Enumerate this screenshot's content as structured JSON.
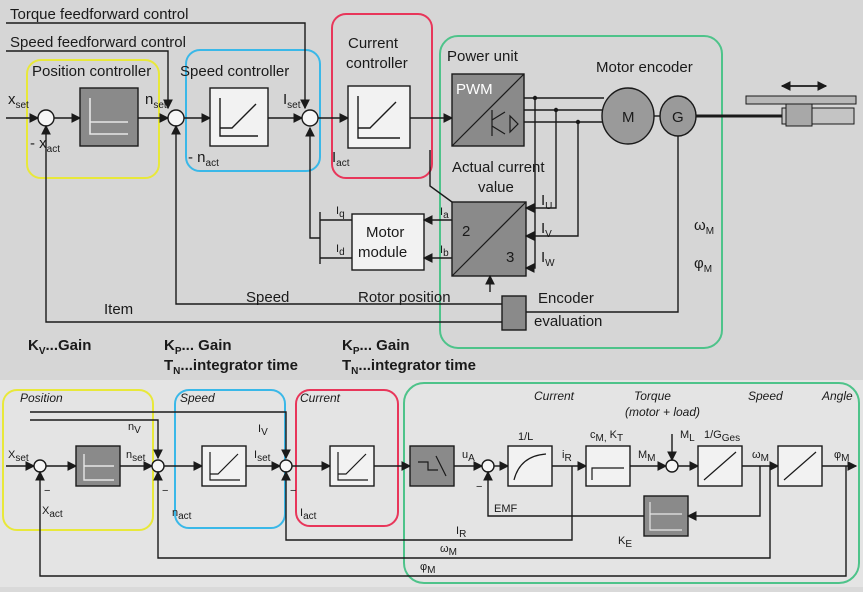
{
  "top": {
    "torque_feedforward": "Torque feedforward control",
    "speed_feedforward": "Speed feedforward control",
    "position_controller": "Position controller",
    "speed_controller": "Speed controller",
    "current_controller": [
      "Current",
      "controller"
    ],
    "power_unit": "Power unit",
    "pwm": "PWM",
    "motor_encoder": "Motor encoder",
    "motor_m": "M",
    "encoder_g": "G",
    "actual_current": [
      "Actual current",
      "value"
    ],
    "motor_module": [
      "Motor",
      "module"
    ],
    "conv_2": "2",
    "conv_3": "3",
    "rotor_position": "Rotor position",
    "encoder_eval": [
      "Encoder",
      "evaluation"
    ],
    "item": "Item",
    "speed": "Speed",
    "x_set": {
      "main": "x",
      "sub": "set"
    },
    "x_act": {
      "main": "- x",
      "sub": "act"
    },
    "n_set": {
      "main": "n",
      "sub": "set"
    },
    "n_act": {
      "main": "- n",
      "sub": "act"
    },
    "i_set": {
      "main": "I",
      "sub": "set"
    },
    "i_act": {
      "main": "I",
      "sub": "act"
    },
    "iq": {
      "main": "I",
      "sub": "q"
    },
    "id": {
      "main": "I",
      "sub": "d"
    },
    "ia": {
      "main": "I",
      "sub": "a"
    },
    "ib": {
      "main": "I",
      "sub": "b"
    },
    "iu": {
      "main": "I",
      "sub": "U"
    },
    "iv": {
      "main": "I",
      "sub": "V"
    },
    "iw": {
      "main": "I",
      "sub": "W"
    },
    "omega_m": {
      "main": "ω",
      "sub": "M"
    },
    "phi_m": {
      "main": "φ",
      "sub": "M"
    },
    "gain_kv": {
      "main": "K",
      "sub": "V",
      "rest": "...Gain"
    },
    "gain_kp1": {
      "main": "K",
      "sub": "P",
      "rest": "... Gain"
    },
    "tn1": {
      "main": "T",
      "sub": "N",
      "rest": "...integrator time"
    },
    "gain_kp2": {
      "main": "K",
      "sub": "P",
      "rest": "... Gain"
    },
    "tn2": {
      "main": "T",
      "sub": "N",
      "rest": "...integrator time"
    }
  },
  "bottom": {
    "position": "Position",
    "speed_region": "Speed",
    "current_region": "Current",
    "current": "Current",
    "torque": "Torque",
    "torque_sub": "(motor + load)",
    "speed": "Speed",
    "angle": "Angle",
    "x_set": {
      "main": "X",
      "sub": "set"
    },
    "x_act": {
      "main": "X",
      "sub": "act"
    },
    "n_v": {
      "main": "n",
      "sub": "V"
    },
    "n_set": {
      "main": "n",
      "sub": "set"
    },
    "n_act": {
      "main": "n",
      "sub": "act"
    },
    "i_v": {
      "main": "I",
      "sub": "V"
    },
    "i_set": {
      "main": "I",
      "sub": "set"
    },
    "i_act": {
      "main": "I",
      "sub": "act"
    },
    "u_a": {
      "main": "u",
      "sub": "A"
    },
    "one_over_l": "1/L",
    "i_r": {
      "main": "i",
      "sub": "R"
    },
    "cm_kt": {
      "main": "c",
      "sub": "M,",
      "rest": " K",
      "sub2": "T"
    },
    "m_m": {
      "main": "M",
      "sub": "M"
    },
    "m_l": {
      "main": "M",
      "sub": "L"
    },
    "one_over_g": {
      "main": "1/G",
      "sub": "Ges"
    },
    "omega_m": {
      "main": "ω",
      "sub": "M"
    },
    "phi_m": {
      "main": "φ",
      "sub": "M"
    },
    "emf": "EMF",
    "k_e": {
      "main": "K",
      "sub": "E"
    },
    "i_r_fb": {
      "main": "I",
      "sub": "R"
    },
    "omega_fb": {
      "main": "ω",
      "sub": "M"
    },
    "phi_fb": {
      "main": "φ",
      "sub": "M"
    },
    "minus": "−"
  },
  "colors": {
    "position_region": "#e8e83a",
    "speed_region": "#3ab8e8",
    "current_region": "#e8365a",
    "power_region": "#4ec38a"
  }
}
